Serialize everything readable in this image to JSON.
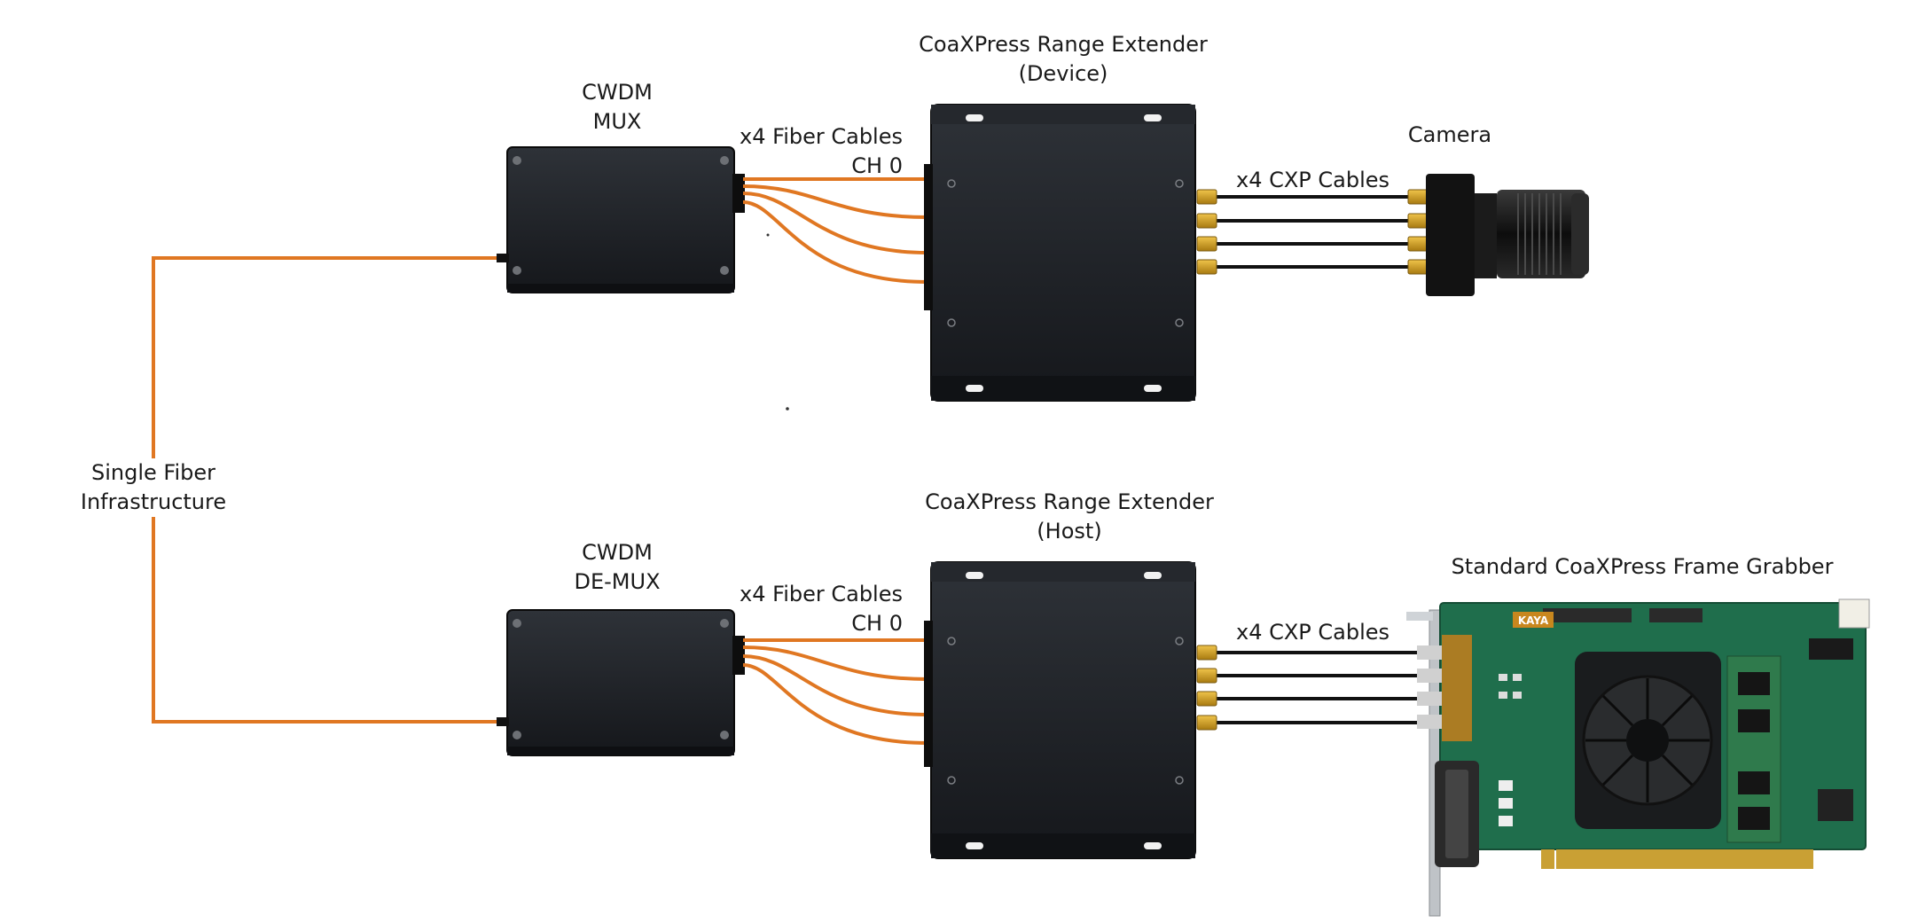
{
  "colors": {
    "fiber": "#E07722",
    "coax": "#111111",
    "connector": "#D9A520",
    "device_body": "#1c1f24",
    "pcb": "#1F6E4C",
    "text": "#1a1a1a"
  },
  "labels": {
    "device_title_l1": "CoaXPress Range Extender",
    "device_title_l2": "(Device)",
    "host_title_l1": "CoaXPress Range Extender",
    "host_title_l2": "(Host)",
    "mux_l1": "CWDM",
    "mux_l2": "MUX",
    "demux_l1": "CWDM",
    "demux_l2": "DE-MUX",
    "fiber_top_l1": "x4 Fiber Cables",
    "fiber_top_l2": "CH 0",
    "fiber_bottom_l1": "x4 Fiber Cables",
    "fiber_bottom_l2": "CH 0",
    "cxp_top": "x4 CXP Cables",
    "cxp_bottom": "x4 CXP Cables",
    "camera": "Camera",
    "frame_grabber": "Standard CoaXPress Frame Grabber",
    "single_fiber_l1": "Single Fiber",
    "single_fiber_l2": "Infrastructure",
    "board_brand": "KAYA"
  },
  "icons": [
    "cwdm-mux-box",
    "cwdm-demux-box",
    "range-extender-device",
    "range-extender-host",
    "camera",
    "frame-grabber-card"
  ]
}
